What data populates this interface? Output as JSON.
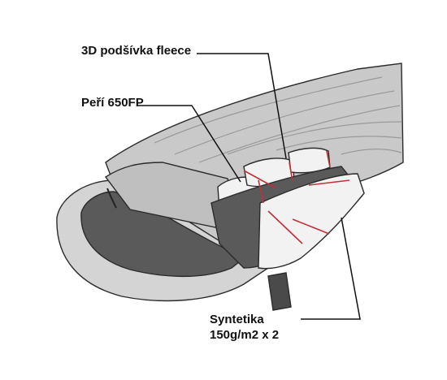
{
  "labels": {
    "fleece": "3D podšívka fleece",
    "down": "Peří 650FP",
    "synthetic_line1": "Syntetika",
    "synthetic_line2": "150g/m2 x 2"
  },
  "colors": {
    "shell": "#c9c9c9",
    "shell_dark": "#8d8d8d",
    "lining": "#5a5a5a",
    "insulation": "#f2f2f2",
    "seam": "#c0303a",
    "outline": "#2b2b2b"
  }
}
